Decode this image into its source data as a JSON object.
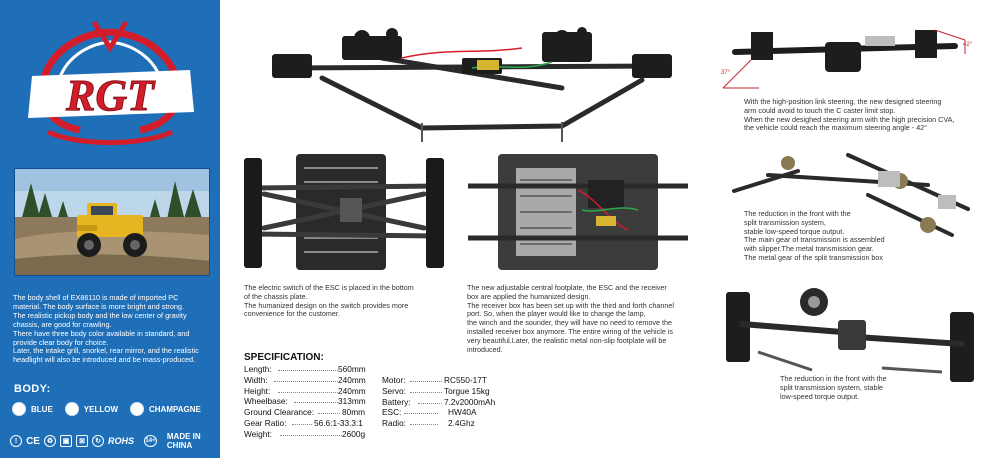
{
  "brand": {
    "logo_text": "RGT",
    "colors": {
      "sidebar": "#1f6fb8",
      "logo_red": "#d41d2a",
      "logo_white": "#ffffff"
    }
  },
  "body_description": [
    "The body shell of EX86110 is made of imported PC",
    "material. The body surface is more bright and strong.",
    "The realistic pickup body and the low center of gravity",
    "chassis, are good for crawling.",
    "There have three body color available in standard, and",
    "provide clear body for choice.",
    "Later, the intake grill, snorkel, rear mirror, and the realistic",
    "headlight will also be introduced and be mass-produced."
  ],
  "body_section": {
    "heading": "BODY:",
    "colors": [
      "BLUE",
      "YELLOW",
      "CHAMPAGNE"
    ]
  },
  "certifications": {
    "icons": [
      "warning-icon",
      "ce-mark-icon",
      "recycle-icon",
      "toy-safety-icon",
      "weee-bin-icon",
      "recycle-arrows-icon",
      "rohs-icon",
      "age-14-icon"
    ],
    "rohs": "ROHS",
    "age": "14+",
    "made_in": "MADE IN CHINA"
  },
  "captions": {
    "esc_switch": [
      "The electric switch of the ESC is placed in the bottom",
      "of the chassis plate.",
      "The humanized design on the switch provides more",
      "convenience for the customer."
    ],
    "footplate": [
      "The new adjustable central footplate, the ESC and the receiver",
      "box are applied the humanized design.",
      "The receiver box has been set up with the third and forth channel",
      "port. So, when the player would like to change the lamp,",
      "the winch and the sounder, they will have no need to remove the",
      "installed receiver box anymore. The entire wiring of the vehicle is",
      "very beautiful.Later, the realistic metal non-slip footplate will be",
      "introduced."
    ],
    "steering": [
      "With the high-position link steering, the new designed steering",
      "arm could avoid to touch the C caster limit stop.",
      "When the new desighed steering arm with the high precision CVA,",
      "the vehicle could reach the maximum steering angle - 42°"
    ],
    "transmission_gear": [
      "The reduction in the front with the",
      "split transmission system,",
      "stable low-speed torque output.",
      "The main gear of transmission is assembled",
      "with slipper.The metal transmission gear.",
      "The metal gear of the split transmission box"
    ],
    "axles": [
      "The reduction in the front with the",
      "split transmission system, stable",
      "low-speed torque output."
    ]
  },
  "angle_labels": {
    "left": "37°",
    "right": "42°"
  },
  "specification": {
    "title": "SPECIFICATION:",
    "left": [
      {
        "label": "Length:",
        "value": "560mm"
      },
      {
        "label": "Width:",
        "value": "240mm"
      },
      {
        "label": "Height:",
        "value": "240mm"
      },
      {
        "label": "Wheelbase:",
        "value": "313mm"
      },
      {
        "label": "Ground Clearance:",
        "value": "80mm"
      },
      {
        "label": "Gear Ratio:",
        "value": "56.6:1-33.3:1"
      },
      {
        "label": "Weight:",
        "value": "2600g"
      }
    ],
    "right": [
      {
        "label": "Motor:",
        "value": "RC550-17T"
      },
      {
        "label": "Servo:",
        "value": "Torgue 15kg"
      },
      {
        "label": "Battery:",
        "value": "7.2v2000mAh"
      },
      {
        "label": "ESC:",
        "value": "HW40A"
      },
      {
        "label": "Radio:",
        "value": "2.4Ghz"
      }
    ]
  }
}
